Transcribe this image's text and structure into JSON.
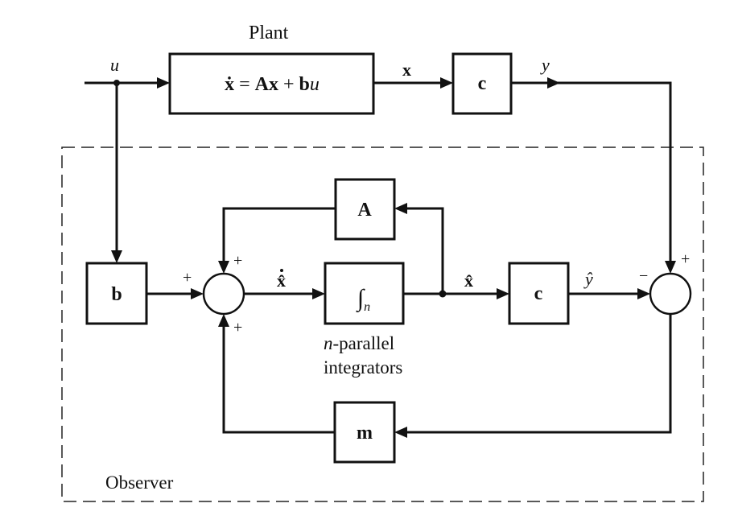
{
  "plant": {
    "caption": "Plant",
    "equation": {
      "xdot": "ẋ",
      "eq": " = ",
      "A": "A",
      "x": "x",
      "plus": " + ",
      "b": "b",
      "u": "u"
    },
    "c_block": "c"
  },
  "signals": {
    "u": "u",
    "x": "x",
    "y": "y",
    "xdot_hat": "x̂",
    "x_hat": "x̂",
    "y_hat": "ŷ"
  },
  "observer": {
    "caption": "Observer",
    "blocks": {
      "A": "A",
      "b": "b",
      "c": "c",
      "m": "m"
    },
    "integrator": {
      "symbol": "∫",
      "subscript": "n"
    },
    "integrator_caption": {
      "line1_italic": "n",
      "line1_rest": "-parallel",
      "line2": "integrators"
    }
  },
  "signs": {
    "sum1_top": "+",
    "sum1_left": "+",
    "sum1_bottom": "+",
    "sum2_top": "+",
    "sum2_left": "−"
  }
}
